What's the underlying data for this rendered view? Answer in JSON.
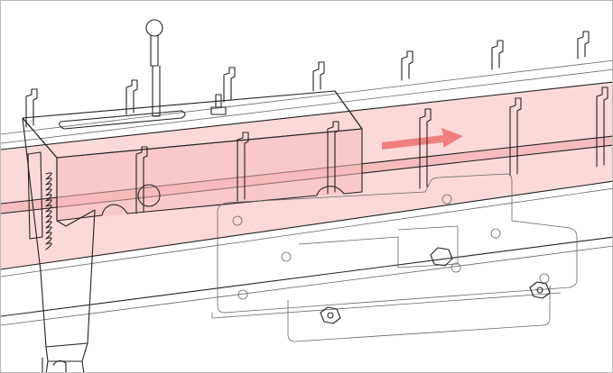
{
  "scene": {
    "highlight_color": "#f5a8a8",
    "arrow_color": "#f07f7f",
    "line_color": "#222222",
    "background": "#ffffff",
    "arrow_direction": "right",
    "icons": [
      "rail-guide",
      "direction-arrow",
      "lever-handle",
      "spring-icon",
      "adjustment-bracket",
      "hex-nut-icon"
    ]
  }
}
